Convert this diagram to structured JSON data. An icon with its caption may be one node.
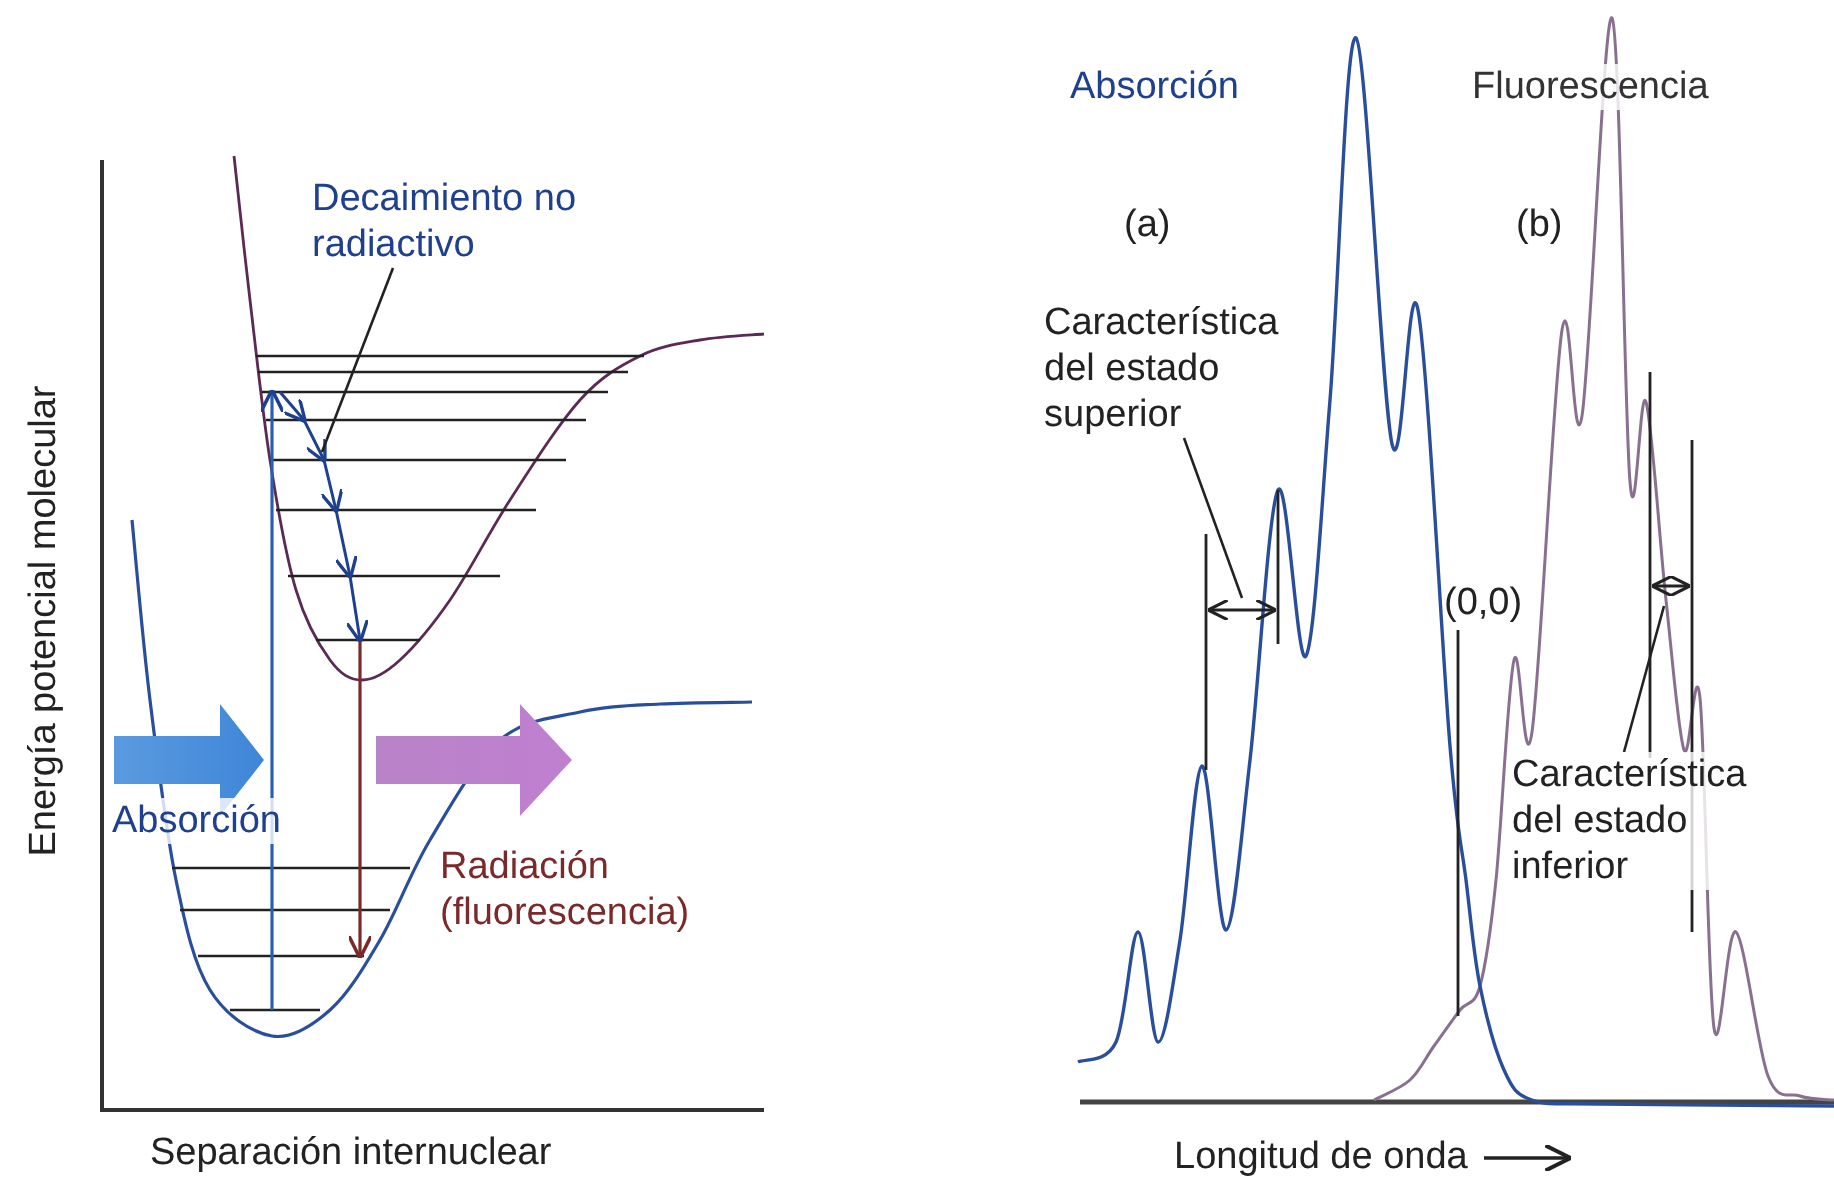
{
  "diagram": {
    "nodes": [
      {
        "text": [
          "Decaimiento no radiactivo"
        ]
      },
      {
        "text": [
          "Característica del estado superior"
        ]
      },
      {
        "text": [
          "Característica del estado inferior"
        ]
      }
    ],
    "edges": [
      {
        "from": 0,
        "to": null,
        "arrow": "none"
      },
      {
        "from": 1,
        "to": null,
        "arrow": "none"
      },
      {
        "from": 2,
        "to": null,
        "arrow": "none"
      }
    ],
    "labels": [
      "Absorción",
      "Fluorescencia",
      "(a)",
      "(b)",
      "Energía potencial molecular",
      "(0,0)",
      "Absorción",
      "Radiación (fluorescencia)",
      "Separación internuclear",
      "Longitud de onda"
    ]
  }
}
